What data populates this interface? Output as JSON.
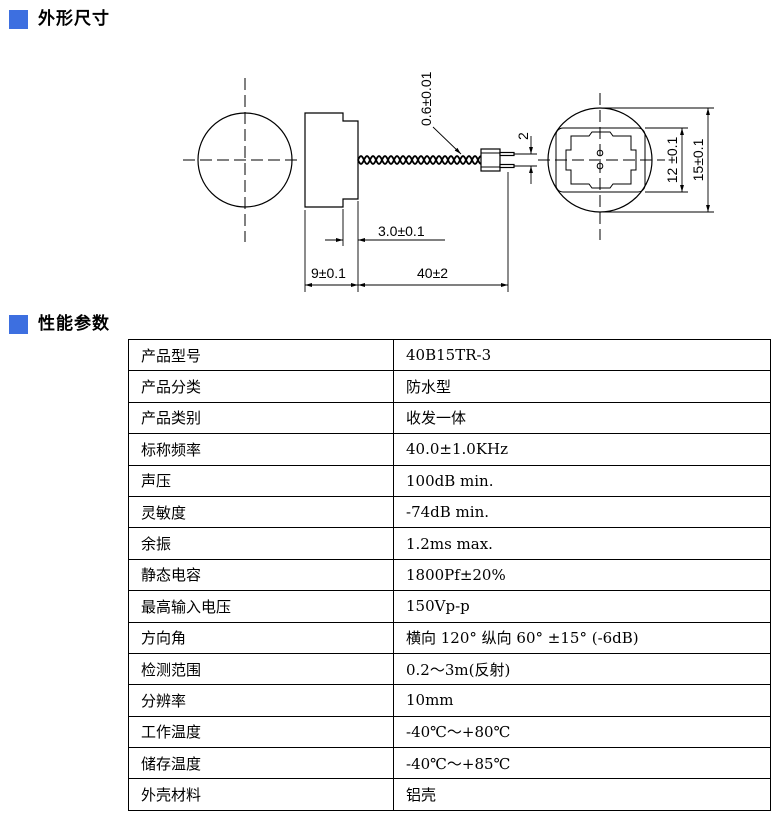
{
  "colors": {
    "accent": "#3d6fe0",
    "line": "#000000"
  },
  "sections": {
    "dimensions": {
      "title": "外形尺寸"
    },
    "specs": {
      "title": "性能参数"
    }
  },
  "drawing": {
    "labels": {
      "wire_diameter": "0.6±0.01",
      "pin_pitch": "2",
      "step_length": "3.0±0.1",
      "body_length": "9±0.1",
      "cable_length": "40±2",
      "inner_width": "12 ±0.1",
      "outer_diameter": "15±0.1"
    }
  },
  "specs": {
    "rows": [
      {
        "name": "产品型号",
        "value": "40B15TR-3"
      },
      {
        "name": "产品分类",
        "value": "防水型"
      },
      {
        "name": "产品类别",
        "value": "收发一体"
      },
      {
        "name": "标称频率",
        "value": "40.0±1.0KHz"
      },
      {
        "name": "声压",
        "value": "100dB min."
      },
      {
        "name": "灵敏度",
        "value": "-74dB min."
      },
      {
        "name": "余振",
        "value": "1.2ms max."
      },
      {
        "name": "静态电容",
        "value": "1800Pf±20%"
      },
      {
        "name": "最高输入电压",
        "value": "150Vp-p"
      },
      {
        "name": "方向角",
        "value": "横向 120° 纵向 60° ±15° (-6dB)"
      },
      {
        "name": "检测范围",
        "value": "0.2～3m(反射)"
      },
      {
        "name": "分辨率",
        "value": "10mm"
      },
      {
        "name": "工作温度",
        "value": "-40℃～+80℃"
      },
      {
        "name": "储存温度",
        "value": "-40℃～+85℃"
      },
      {
        "name": "外壳材料",
        "value": "铝壳"
      }
    ]
  }
}
